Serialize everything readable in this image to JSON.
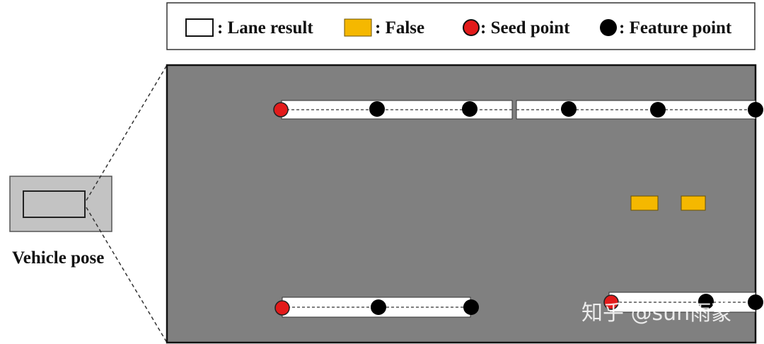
{
  "legend": {
    "lane_result_label": ": Lane result",
    "false_label": ": False",
    "seed_point_label": ": Seed point",
    "feature_point_label": ": Feature point"
  },
  "vehicle_pose_label": "Vehicle pose",
  "watermark": "知乎 @sun雨蒙",
  "colors": {
    "road": "#808080",
    "lane": "#ffffff",
    "false_box": "#f5b800",
    "seed_point": "#e31b1b",
    "feature_point": "#000000",
    "vehicle_box": "#c3c3c3"
  },
  "lanes": [
    {
      "name": "top-left-lane",
      "seed_points": 1,
      "feature_points": 2
    },
    {
      "name": "top-right-lane",
      "seed_points": 0,
      "feature_points": 3
    },
    {
      "name": "bottom-left-lane",
      "seed_points": 1,
      "feature_points": 2
    },
    {
      "name": "bottom-right-lane",
      "seed_points": 1,
      "feature_points": 2
    }
  ],
  "false_detections": 2
}
